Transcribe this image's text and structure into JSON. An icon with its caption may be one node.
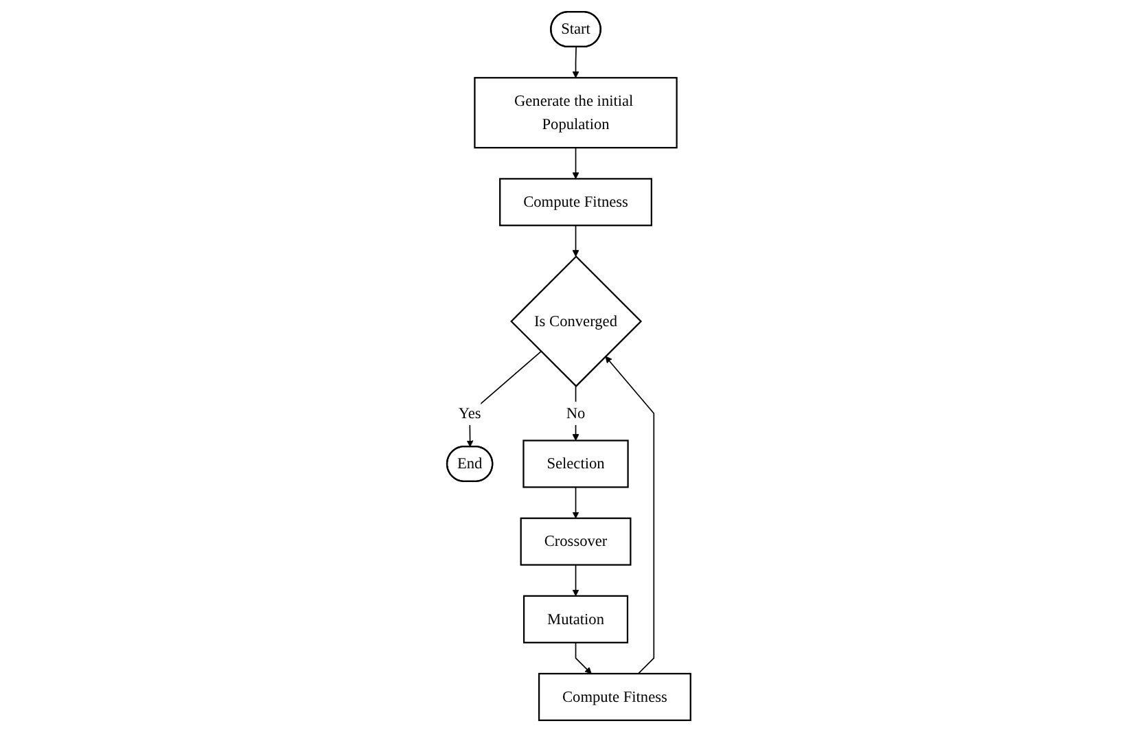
{
  "diagram": {
    "nodes": [
      {
        "text": [
          "Start"
        ]
      },
      {
        "text": [
          "Generate the initial Population"
        ]
      },
      {
        "text": [
          "Compute Fitness"
        ]
      },
      {
        "text": [
          "Is Converged"
        ]
      },
      {
        "text": [
          "End"
        ]
      },
      {
        "text": [
          "Selection"
        ]
      },
      {
        "text": [
          "Crossover"
        ]
      },
      {
        "text": [
          "Mutation"
        ]
      },
      {
        "text": [
          "Compute Fitness"
        ]
      }
    ],
    "edges": [
      {
        "from": 0,
        "to": 1,
        "arrow": "to"
      },
      {
        "from": 1,
        "to": 2,
        "arrow": "to"
      },
      {
        "from": 2,
        "to": 3,
        "arrow": "to"
      },
      {
        "from": 3,
        "to": 4,
        "label": "Yes",
        "arrow": "to"
      },
      {
        "from": 3,
        "to": 5,
        "label": "No",
        "arrow": "to"
      },
      {
        "from": 5,
        "to": 6,
        "arrow": "to"
      },
      {
        "from": 6,
        "to": 7,
        "arrow": "to"
      },
      {
        "from": 7,
        "to": 8,
        "arrow": "to"
      },
      {
        "from": 8,
        "to": 3,
        "arrow": "to"
      }
    ]
  }
}
